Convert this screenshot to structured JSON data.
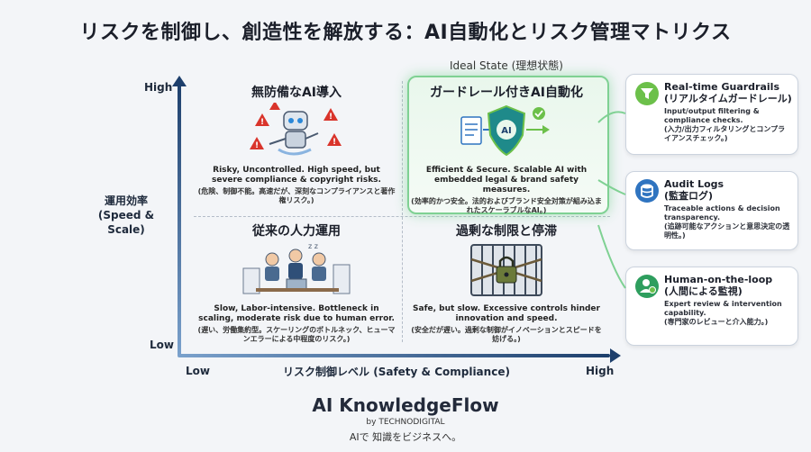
{
  "title": "リスクを制御し、創造性を解放する：AI自動化とリスク管理マトリクス",
  "ideal_state_label": "Ideal State (理想状態)",
  "axes": {
    "y_high": "High",
    "y_low": "Low",
    "y_label_line1": "運用効率",
    "y_label_line2": "(Speed & Scale)",
    "x_low": "Low",
    "x_high": "High",
    "x_label": "リスク制御レベル (Safety & Compliance)"
  },
  "quadrants": {
    "top_left": {
      "title": "無防備なAI導入",
      "text": "Risky, Uncontrolled. High speed, but severe compliance & copyright risks.",
      "text_jp": "(危険、制御不能。高速だが、深刻なコンプライアンスと著作権リスク。)"
    },
    "top_right": {
      "title": "ガードレール付きAI自動化",
      "text": "Efficient & Secure. Scalable AI with embedded legal & brand safety measures.",
      "text_jp": "(効率的かつ安全。法的およびブランド安全対策が組み込まれたスケーラブルなAI。)"
    },
    "bottom_left": {
      "title": "従来の人力運用",
      "text": "Slow, Labor-intensive. Bottleneck in scaling, moderate risk due to human error.",
      "text_jp": "(遅い、労働集約型。スケーリングのボトルネック、ヒューマンエラーによる中程度のリスク。)"
    },
    "bottom_right": {
      "title": "過剰な制限と停滞",
      "text": "Safe, but slow. Excessive controls hinder innovation and speed.",
      "text_jp": "(安全だが遅い。過剰な制御がイノベーションとスピードを妨げる。)"
    }
  },
  "features": [
    {
      "title": "Real-time Guardrails",
      "subtitle": "(リアルタイムガードレール)",
      "text": "Input/output filtering & compliance checks.",
      "text_jp": "(入力/出力フィルタリングとコンプライアンスチェック。)",
      "icon": "funnel-check-icon",
      "color": "#6cc04a"
    },
    {
      "title": "Audit Logs",
      "subtitle": "(監査ログ)",
      "text": "Traceable actions & decision transparency.",
      "text_jp": "(追跡可能なアクションと意思決定の透明性。)",
      "icon": "database-check-icon",
      "color": "#2f74c0"
    },
    {
      "title": "Human-on-the-loop",
      "subtitle": "(人間による監視)",
      "text": "Expert review & intervention capability.",
      "text_jp": "(専門家のレビューと介入能力。)",
      "icon": "person-check-icon",
      "color": "#2e9e5e"
    }
  ],
  "colors": {
    "axis": "#1d3f6c",
    "ideal_glow": "#7fd193",
    "warning": "#d9342b"
  },
  "brand": {
    "name": "AI KnowledgeFlow",
    "by": "by TECHNODIGITAL",
    "tagline": "AIで 知識をビジネスへ。"
  }
}
